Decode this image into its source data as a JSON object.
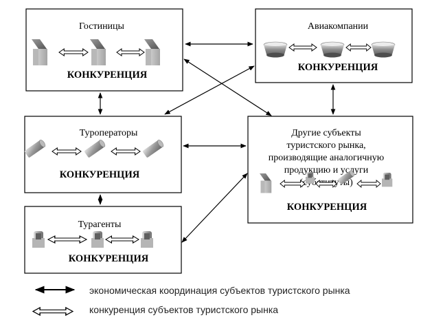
{
  "boxes": {
    "hotels": {
      "title": "Гостиницы",
      "competition": "КОНКУРЕНЦИЯ"
    },
    "airlines": {
      "title": "Авиакомпании",
      "competition": "КОНКУРЕНЦИЯ"
    },
    "tour_operators": {
      "title": "Туроператоры",
      "competition": "КОНКУРЕНЦИЯ"
    },
    "other_subjects": {
      "title_lines": [
        "Другие субъекты",
        "туристского рынка,",
        "производящие аналогичную",
        "продукцию и услуги",
        "(субституты)"
      ],
      "competition": "КОНКУРЕНЦИЯ"
    },
    "travel_agents": {
      "title": "Турагенты",
      "competition": "КОНКУРЕНЦИЯ"
    }
  },
  "legend": {
    "coordination": "экономическая координация субъектов туристского рынка",
    "competition": "конкуренция субъектов туристского рынка"
  },
  "icons": {
    "hotels": "building-icon",
    "airlines": "airplane-engine-icon",
    "tour_operators": "cylinder-icon",
    "travel_agents": "computer-monitor-icon"
  }
}
